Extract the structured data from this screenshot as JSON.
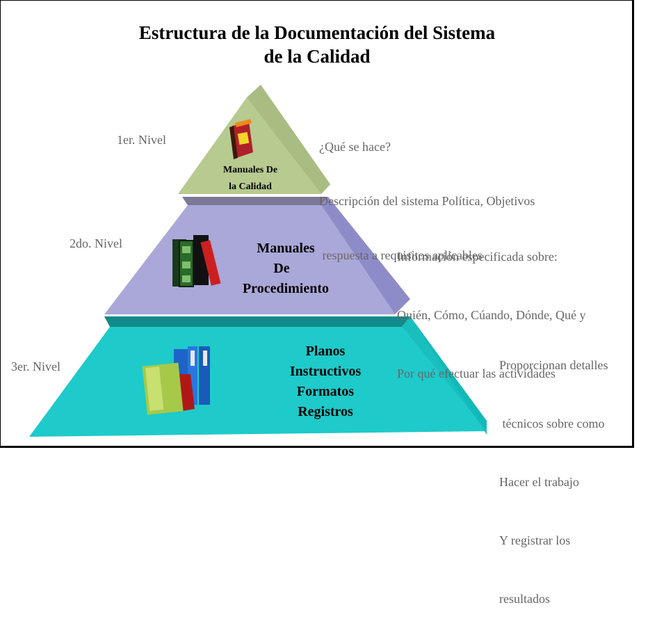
{
  "title": {
    "line1": "Estructura de la Documentación del Sistema",
    "line2": "de la Calidad"
  },
  "levels": [
    {
      "level_label": "1er. Nivel",
      "tier_lines": [
        "Manuales De",
        "la Calidad"
      ],
      "description": [
        "¿Qué se hace?",
        "Descripción del sistema Política, Objetivos",
        " respuesta a requisitos aplicables"
      ],
      "color": "#b5c98e"
    },
    {
      "level_label": "2do. Nivel",
      "tier_lines": [
        "Manuales",
        "De",
        "Procedimiento"
      ],
      "description": [
        "Información especificada sobre:",
        "Quién, Cómo, Cúando, Dónde, Qué y",
        "Por qué efectuar las actividades"
      ],
      "color": "#a9a6d8"
    },
    {
      "level_label": "3er. Nivel",
      "tier_lines": [
        "Planos",
        "Instructivos",
        "Formatos",
        "Registros"
      ],
      "description": [
        "Proporcionan detalles",
        " técnicos sobre como",
        "Hacer el trabajo",
        "Y registrar los",
        "resultados"
      ],
      "color": "#1ec8c8"
    }
  ],
  "icons": [
    "book-icon",
    "books-stack-icon",
    "binders-icon"
  ]
}
